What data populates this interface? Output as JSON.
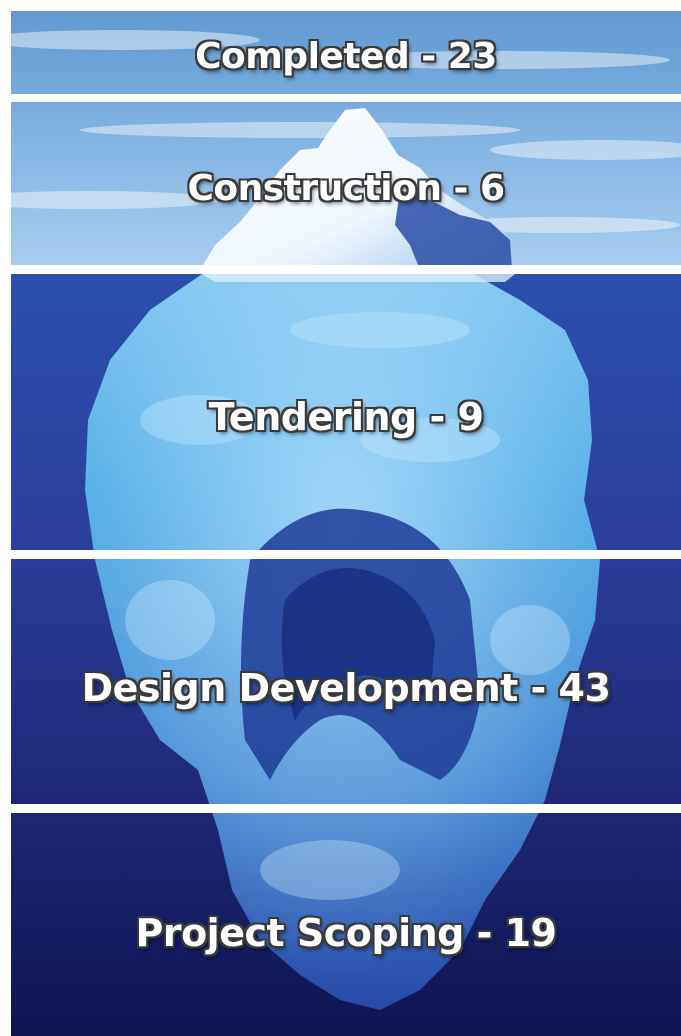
{
  "stages": [
    {
      "id": "completed",
      "label": "Completed - 23",
      "name": "Completed",
      "count": 23
    },
    {
      "id": "construction",
      "label": "Construction - 6",
      "name": "Construction",
      "count": 6
    },
    {
      "id": "tendering",
      "label": "Tendering - 9",
      "name": "Tendering",
      "count": 9
    },
    {
      "id": "design-development",
      "label": "Design Development - 43",
      "name": "Design Development",
      "count": 43
    },
    {
      "id": "project-scoping",
      "label": "Project Scoping - 19",
      "name": "Project Scoping",
      "count": 19
    }
  ],
  "colors": {
    "sky_top": "#5d97cf",
    "sky_bottom": "#a9cdef",
    "ice_above_water": "#ffffff",
    "water_surface": "#2b4fae",
    "deep_water": "#0e1452",
    "ice_underwater": "#4aa9e6",
    "label_fill": "#ffffff",
    "label_outline": "#3a3a3a",
    "separator": "#ffffff"
  }
}
